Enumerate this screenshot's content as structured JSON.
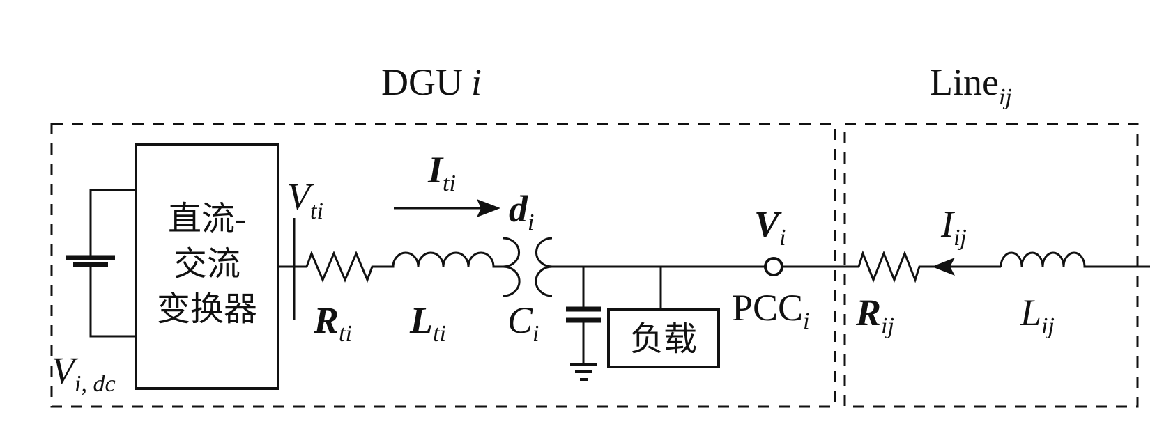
{
  "diagram": {
    "type": "circuit",
    "groups": {
      "dgu": {
        "label": "DGU",
        "index": "i"
      },
      "line": {
        "label": "Line",
        "index": "ij"
      }
    },
    "converter": {
      "label_lines": [
        "直流-",
        "交流",
        "变换器"
      ]
    },
    "load": {
      "label": "负载"
    },
    "labels": {
      "v_dc": {
        "main": "V",
        "sub": "i, dc"
      },
      "v_t": {
        "main": "V",
        "sub": "ti"
      },
      "i_t": {
        "main": "I",
        "sub": "ti"
      },
      "r_t": {
        "main": "R",
        "sub": "ti"
      },
      "l_t": {
        "main": "L",
        "sub": "ti"
      },
      "d": {
        "main": "d",
        "sub": "i"
      },
      "c": {
        "main": "C",
        "sub": "i"
      },
      "v_pcc": {
        "main": "V",
        "sub": "i"
      },
      "pcc": {
        "main": "PCC",
        "sub": "i"
      },
      "i_line": {
        "main": "I",
        "sub": "ij"
      },
      "r_line": {
        "main": "R",
        "sub": "ij"
      },
      "l_line": {
        "main": "L",
        "sub": "ij"
      }
    },
    "components": [
      "dc-source",
      "dc-ac-converter",
      "resistor-Rti",
      "inductor-Lti",
      "transformer-di",
      "capacitor-Ci",
      "ground",
      "load",
      "pcc-node",
      "resistor-Rij",
      "inductor-Lij"
    ]
  }
}
